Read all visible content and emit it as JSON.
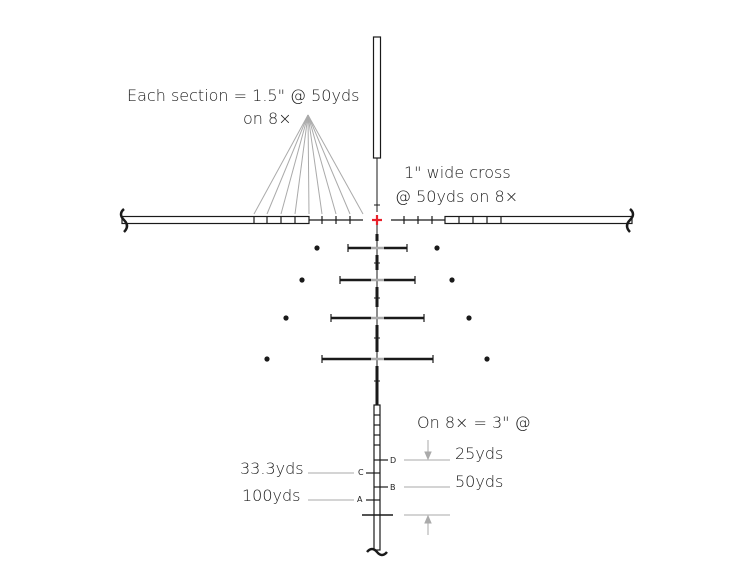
{
  "labels": {
    "section_note_line1": "Each section = 1.5\" @ 50yds",
    "section_note_line2": "on 8×",
    "cross_note_line1": "1\" wide cross",
    "cross_note_line2": "@ 50yds on 8×",
    "ladder_note": "On 8× = 3\" @",
    "range_25": "25yds",
    "range_50": "50yds",
    "range_33": "33.3yds",
    "range_100": "100yds",
    "mark_a": "A",
    "mark_b": "B",
    "mark_c": "C",
    "mark_d": "D"
  },
  "colors": {
    "center_cross": "#e8202a",
    "reticle": "#1a1a1a",
    "leader": "#aaaaaa"
  }
}
